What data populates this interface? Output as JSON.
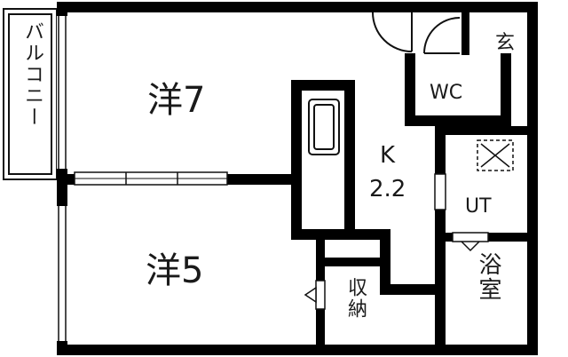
{
  "rooms": {
    "western_7": "洋7",
    "western_5": "洋5",
    "kitchen": "K",
    "kitchen_size": "2.2",
    "wc": "WC",
    "entrance": "玄",
    "utility": "UT",
    "bath": "浴室",
    "storage": "収納",
    "balcony": "バルコニー"
  }
}
